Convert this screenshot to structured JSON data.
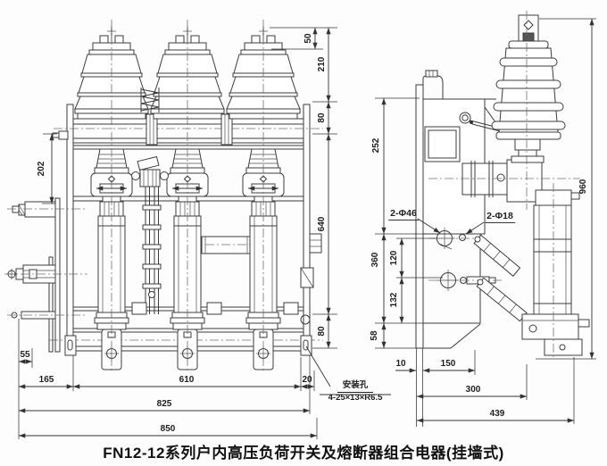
{
  "caption": "FN12-12系列户内高压负荷开关及熔断器组合电器(挂墙式)",
  "mounting_note": {
    "title": "安装孔",
    "spec": "4-25×13×R6.5"
  },
  "hole_labels": {
    "large": "2-Φ46",
    "small": "2-Φ18"
  },
  "dims": {
    "top_50": "50",
    "chain_210": "210",
    "chain_80_upper": "80",
    "chain_640": "640",
    "chain_80_lower": "80",
    "left_202": "202",
    "side_252": "252",
    "side_360": "360",
    "side_120": "120",
    "side_132": "132",
    "side_58": "58",
    "side_960": "960",
    "bottom_55": "55",
    "bottom_165": "165",
    "bottom_610": "610",
    "bottom_20": "20",
    "bottom_825": "825",
    "bottom_850": "850",
    "side_bottom_10": "10",
    "side_bottom_150": "150",
    "side_bottom_300": "300",
    "side_bottom_439": "439"
  }
}
